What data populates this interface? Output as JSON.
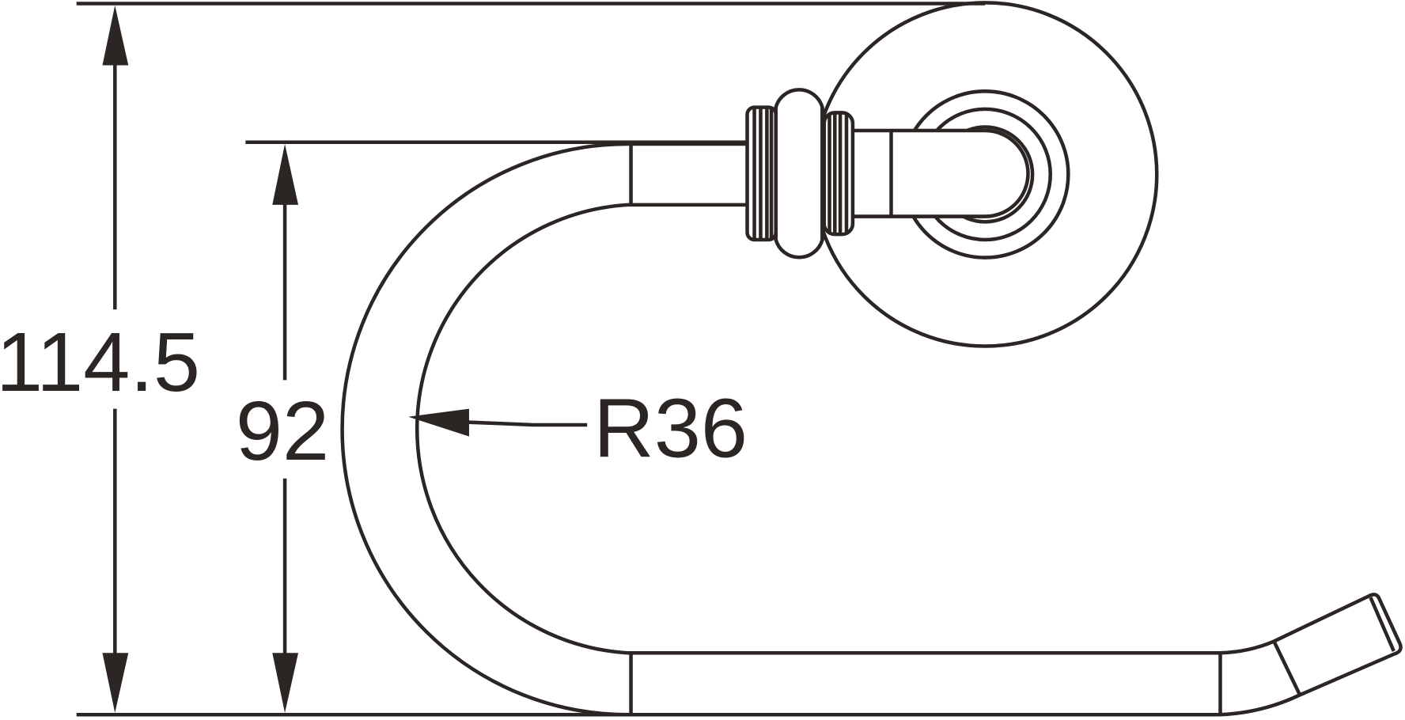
{
  "drawing": {
    "line_color": "#2b2523",
    "dimensions": {
      "overall_height": "114.5",
      "inner_height": "92",
      "radius": "R36"
    }
  }
}
